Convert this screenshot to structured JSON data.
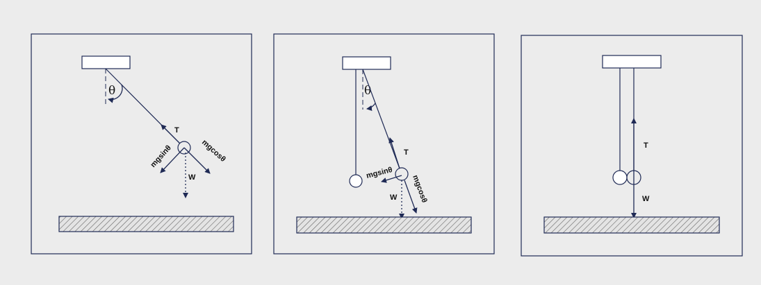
{
  "colors": {
    "background": "#ececec",
    "stroke": "#1f2a55",
    "support_fill": "#ffffff"
  },
  "panels": [
    {
      "angle_label": "θ",
      "tension_label": "T",
      "weight_label": "W",
      "sin_component_label": "mgsinθ",
      "cos_component_label": "mgcosθ"
    },
    {
      "angle_label": "θ",
      "tension_label": "T",
      "weight_label": "W",
      "sin_component_label": "mgsinθ",
      "cos_component_label": "mgcosθ"
    },
    {
      "tension_label": "T",
      "weight_label": "W"
    }
  ]
}
